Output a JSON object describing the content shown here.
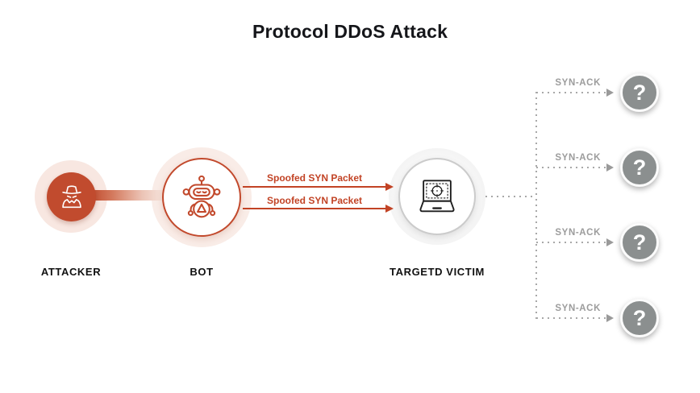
{
  "title": "Protocol DDoS Attack",
  "nodes": {
    "attacker": {
      "label": "ATTACKER",
      "icon": "spy-icon"
    },
    "bot": {
      "label": "BOT",
      "icon": "robot-icon"
    },
    "victim": {
      "label": "TARGETD VICTIM",
      "icon": "laptop-target-icon"
    }
  },
  "attack_flows": [
    {
      "label": "Spoofed SYN Packet"
    },
    {
      "label": "Spoofed SYN Packet"
    }
  ],
  "response_branches": [
    {
      "label": "SYN-ACK",
      "endpoint": "?"
    },
    {
      "label": "SYN-ACK",
      "endpoint": "?"
    },
    {
      "label": "SYN-ACK",
      "endpoint": "?"
    },
    {
      "label": "SYN-ACK",
      "endpoint": "?"
    }
  ],
  "colors": {
    "accent_red": "#c2492c",
    "halo_pink": "#f8e7e1",
    "unknown_node_gray": "#8b8f8f",
    "dotted_line_gray": "#a8a8a8",
    "syn_ack_label_gray": "#9c9c9c",
    "title_text": "#15161a"
  }
}
